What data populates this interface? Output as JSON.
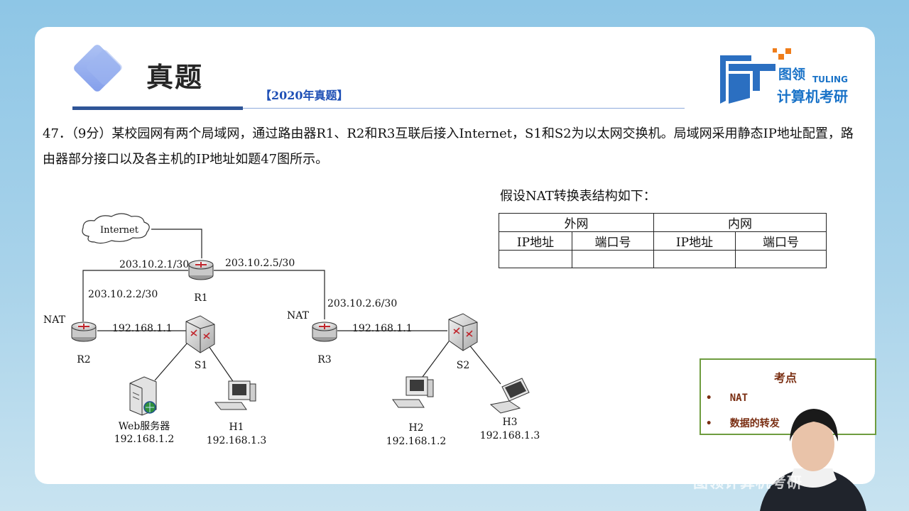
{
  "slide": {
    "title": "真题",
    "year_tag": "【2020年真题】",
    "question": "47．（9分）某校园网有两个局域网，通过路由器R1、R2和R3互联后接入Internet，S1和S2为以太网交换机。局域网采用静态IP地址配置，路由器部分接口以及各主机的IP地址如题47图所示。"
  },
  "logo": {
    "brand_cn": "图领",
    "brand_en": "TULING",
    "tagline": "计算机考研"
  },
  "nat_table": {
    "title": "假设NAT转换表结构如下：",
    "groups": [
      "外网",
      "内网"
    ],
    "columns": [
      "IP地址",
      "端口号",
      "IP地址",
      "端口号"
    ]
  },
  "diagram": {
    "internet": "Internet",
    "r1_left_ip": "203.10.2.1/30",
    "r1_right_ip": "203.10.2.5/30",
    "r2_up_ip": "203.10.2.2/30",
    "r3_up_ip": "203.10.2.6/30",
    "r2_lan_ip": "192.168.1.1",
    "r3_lan_ip": "192.168.1.1",
    "r1": "R1",
    "r2": "R2",
    "r3": "R3",
    "s1": "S1",
    "s2": "S2",
    "nat_left": "NAT",
    "nat_right": "NAT",
    "web_label": "Web服务器",
    "web_ip": "192.168.1.2",
    "h1": "H1",
    "h1_ip": "192.168.1.3",
    "h2": "H2",
    "h2_ip": "192.168.1.2",
    "h3": "H3",
    "h3_ip": "192.168.1.3"
  },
  "key_points": {
    "title": "考点",
    "items": [
      "NAT",
      "数据的转发"
    ]
  },
  "watermark": "图领计算机考研"
}
